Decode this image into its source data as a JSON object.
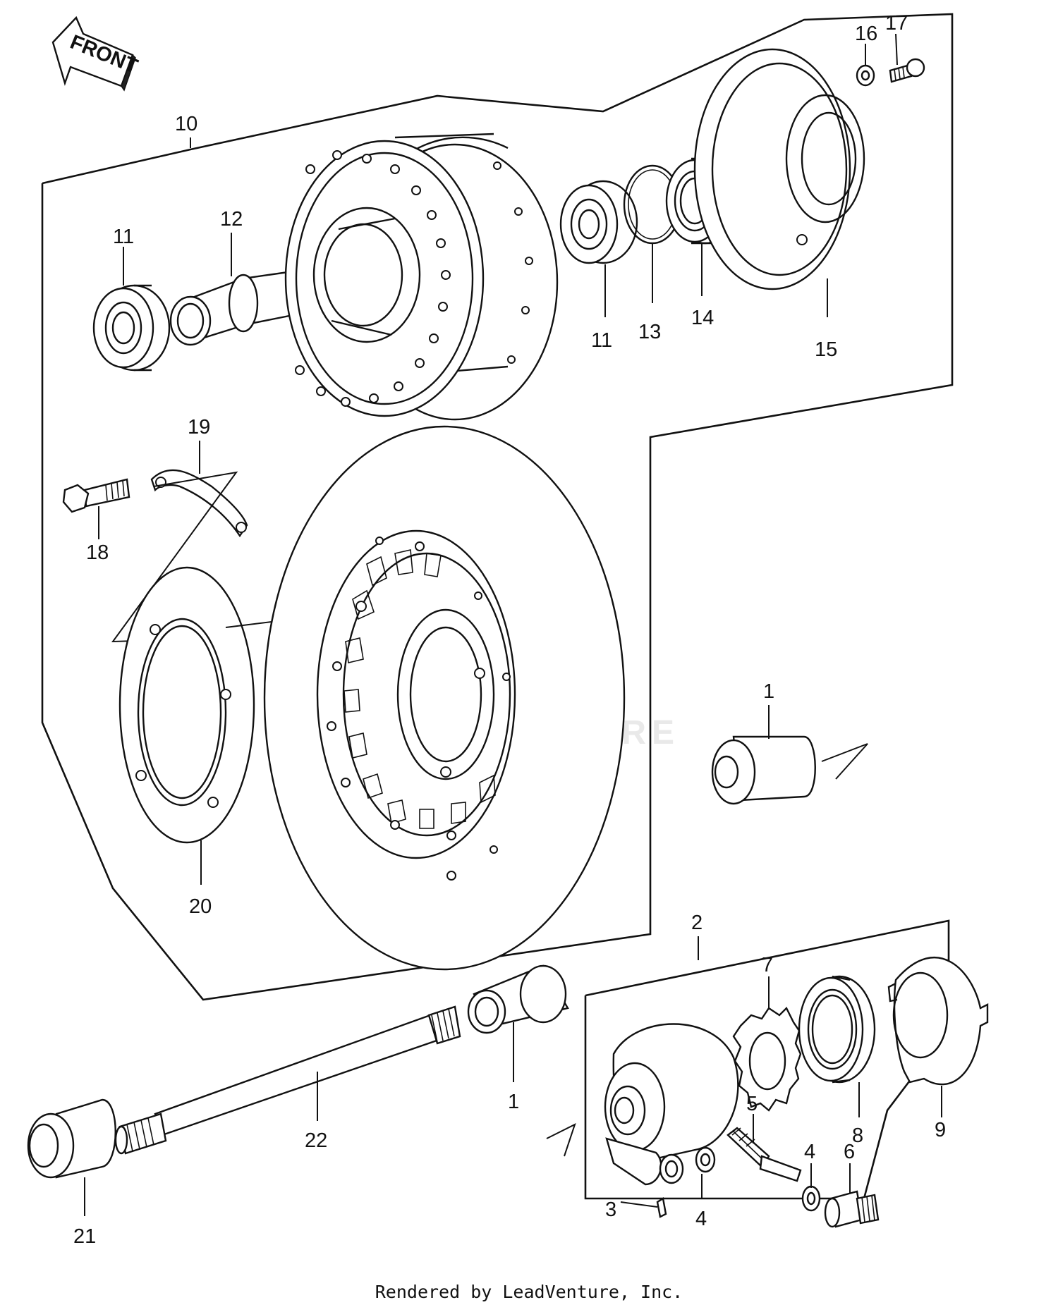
{
  "front_arrow": {
    "label": "FRONT"
  },
  "callouts": {
    "c1a": "1",
    "c1b": "1",
    "c2": "2",
    "c3": "3",
    "c4a": "4",
    "c4b": "4",
    "c5": "5",
    "c6": "6",
    "c7": "7",
    "c8": "8",
    "c9": "9",
    "c10": "10",
    "c11a": "11",
    "c11b": "11",
    "c12": "12",
    "c13": "13",
    "c14": "14",
    "c15": "15",
    "c16": "16",
    "c17": "17",
    "c18": "18",
    "c19": "19",
    "c20": "20",
    "c21": "21",
    "c22": "22"
  },
  "watermark": {
    "text": "LEADVENTURE"
  },
  "footer": {
    "text": "Rendered by LeadVenture, Inc."
  }
}
